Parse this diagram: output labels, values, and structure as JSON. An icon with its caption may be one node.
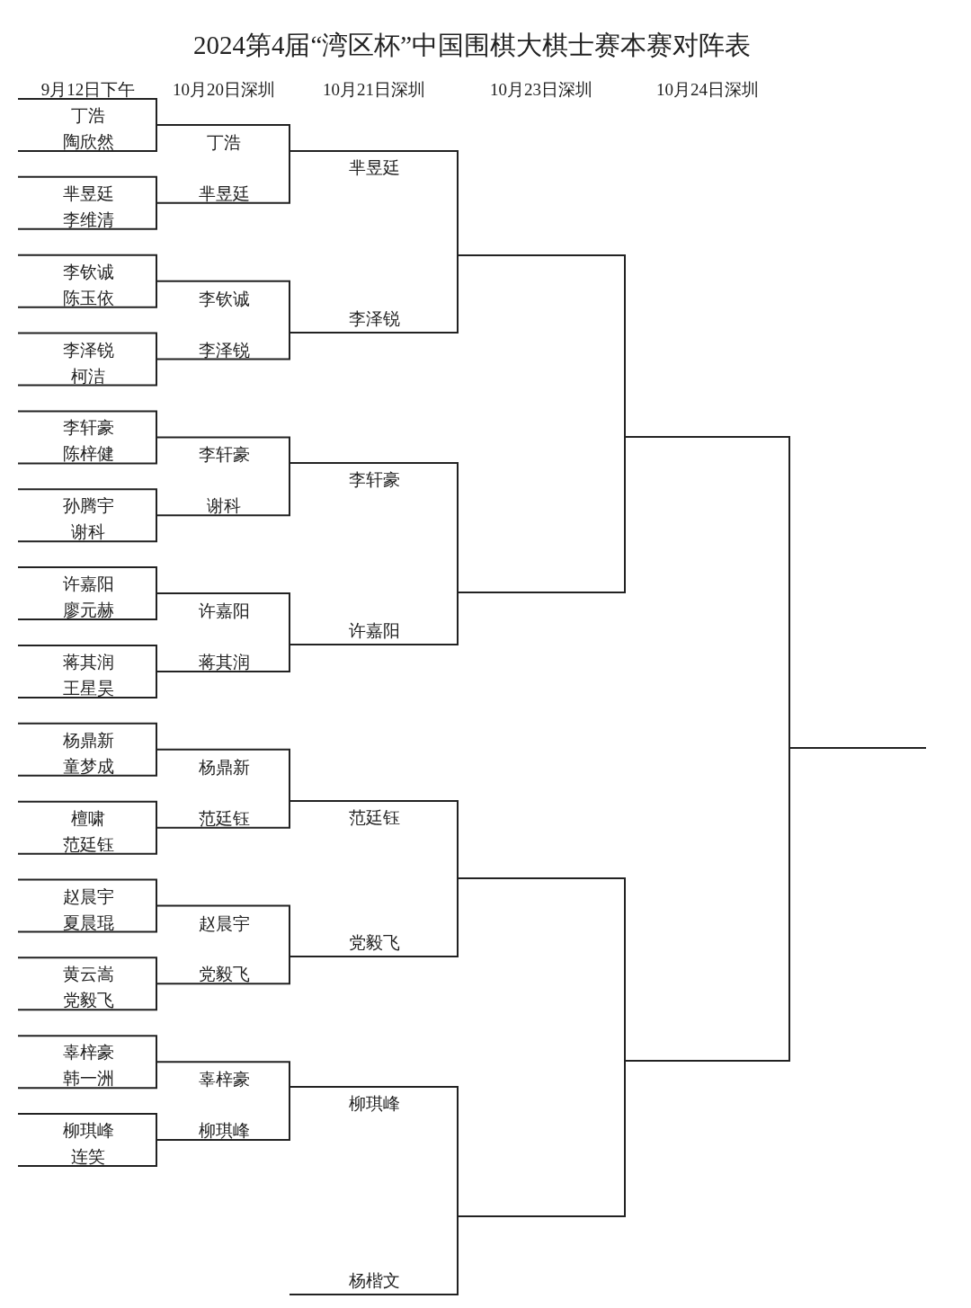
{
  "diagram": {
    "title": "2024第4届“湾区杯”中国围棋大棋士赛本赛对阵表",
    "labels": [
      "9月12日下午",
      "10月20日深圳",
      "10月21日深圳",
      "10月23日深圳",
      "10月24日深圳",
      "丁浩",
      "陶欣然",
      "芈昱廷",
      "李维清",
      "李钦诚",
      "陈玉依",
      "李泽锐",
      "柯洁",
      "李轩豪",
      "陈梓健",
      "孙腾宇",
      "谢科",
      "许嘉阳",
      "廖元赫",
      "蒋其润",
      "王星昊",
      "杨鼎新",
      "童梦成",
      "檀啸",
      "范廷钰",
      "赵晨宇",
      "夏晨琨",
      "黄云嵩",
      "党毅飞",
      "辜梓豪",
      "韩一洲",
      "柳琪峰",
      "连笑",
      "丁浩",
      "芈昱廷",
      "李钦诚",
      "李泽锐",
      "李轩豪",
      "谢科",
      "许嘉阳",
      "蒋其润",
      "杨鼎新",
      "范廷钰",
      "赵晨宇",
      "党毅飞",
      "辜梓豪",
      "柳琪峰",
      "芈昱廷",
      "李泽锐",
      "李轩豪",
      "许嘉阳",
      "范廷钰",
      "党毅飞",
      "柳琪峰",
      "杨楷文"
    ]
  }
}
